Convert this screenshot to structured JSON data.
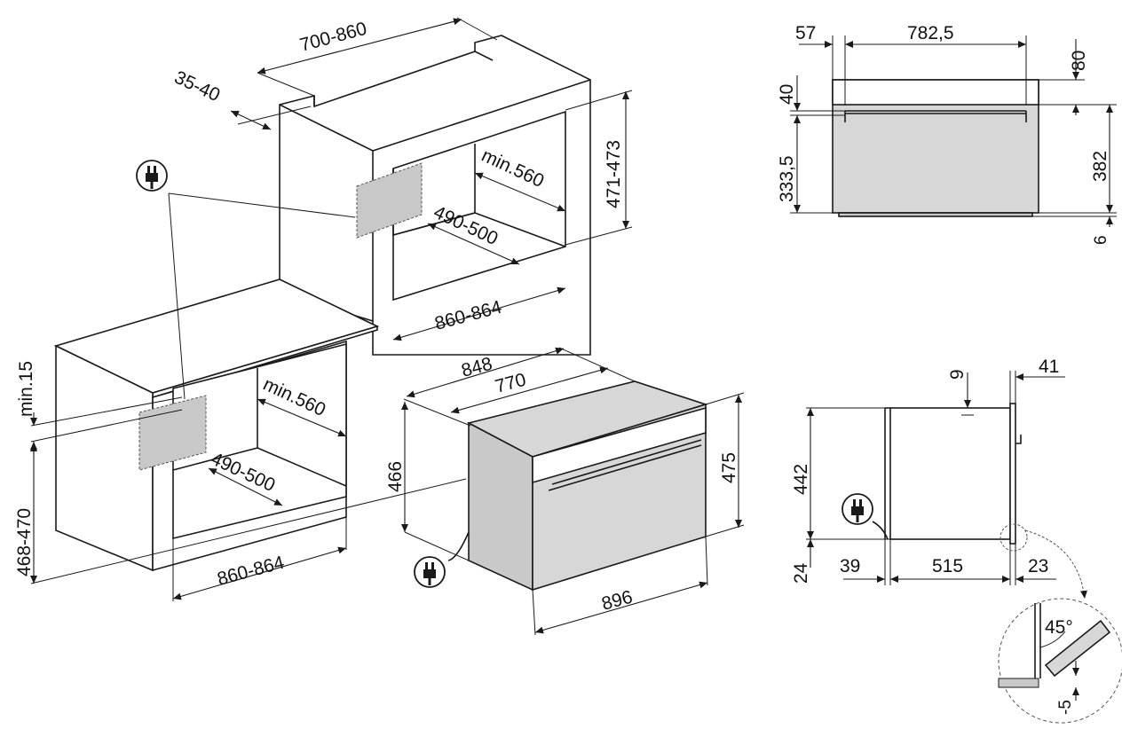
{
  "labels": {
    "top_width": "700-860",
    "top_depth": "35-40",
    "cab_height": "471-473",
    "cab_min_depth": "min.560",
    "cab_inner_depth": "490-500",
    "cab_width": "860-864",
    "low_min": "min.15",
    "low_height": "468-470",
    "low_min_depth": "min.560",
    "low_inner_depth": "490-500",
    "low_width": "860-864",
    "oven_depth_outer": "848",
    "oven_depth_inner": "770",
    "oven_height_left": "466",
    "oven_height_right": "475",
    "oven_width": "896",
    "front_left": "57",
    "front_width": "782,5",
    "front_top": "80",
    "front_40": "40",
    "front_body": "333,5",
    "front_382": "382",
    "front_6": "6",
    "side_9": "9",
    "side_41": "41",
    "side_442": "442",
    "side_24": "24",
    "side_39": "39",
    "side_515": "515",
    "side_23": "23",
    "detail_angle": "45°",
    "detail_offset": "-5"
  },
  "colors": {
    "line": "#1a1a1a",
    "panel": "#d7d7d7",
    "panel_dark": "#c9c9c9",
    "background": "#ffffff"
  },
  "icons": [
    "plug-icon"
  ]
}
